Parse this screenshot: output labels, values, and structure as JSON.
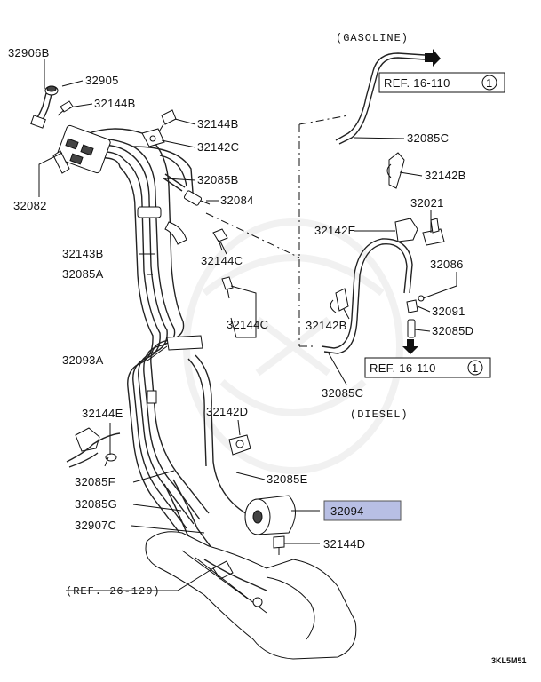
{
  "labels": {
    "p32906b": "32906B",
    "p32905": "32905",
    "p32144b_a": "32144B",
    "p32144b_b": "32144B",
    "p32142c": "32142C",
    "p32082": "32082",
    "p32085b": "32085B",
    "p32084": "32084",
    "p32143b": "32143B",
    "p32085a": "32085A",
    "p32144c_a": "32144C",
    "p32144c_b": "32144C",
    "p32093a": "32093A",
    "p32144e": "32144E",
    "p32142d": "32142D",
    "p32085f": "32085F",
    "p32085e": "32085E",
    "p32085g": "32085G",
    "p32907c": "32907C",
    "p32094": "32094",
    "p32144d": "32144D",
    "p32085c_top": "32085C",
    "p32142b_top": "32142B",
    "p32021": "32021",
    "p32142e": "32142E",
    "p32086": "32086",
    "p32142b_bot": "32142B",
    "p32091": "32091",
    "p32085d": "32085D",
    "p32085c_bot": "32085C"
  },
  "captions": {
    "gasoline": "(GASOLINE)",
    "diesel": "(DIESEL)",
    "ref_26": "(REF. 26-120)"
  },
  "refs": {
    "ref_top_text": "REF. 16-110",
    "ref_top_num": "1",
    "ref_bot_text": "REF. 16-110",
    "ref_bot_num": "1"
  },
  "diagram_code": "3KL5M51",
  "highlight_color": "#b8bfe4"
}
